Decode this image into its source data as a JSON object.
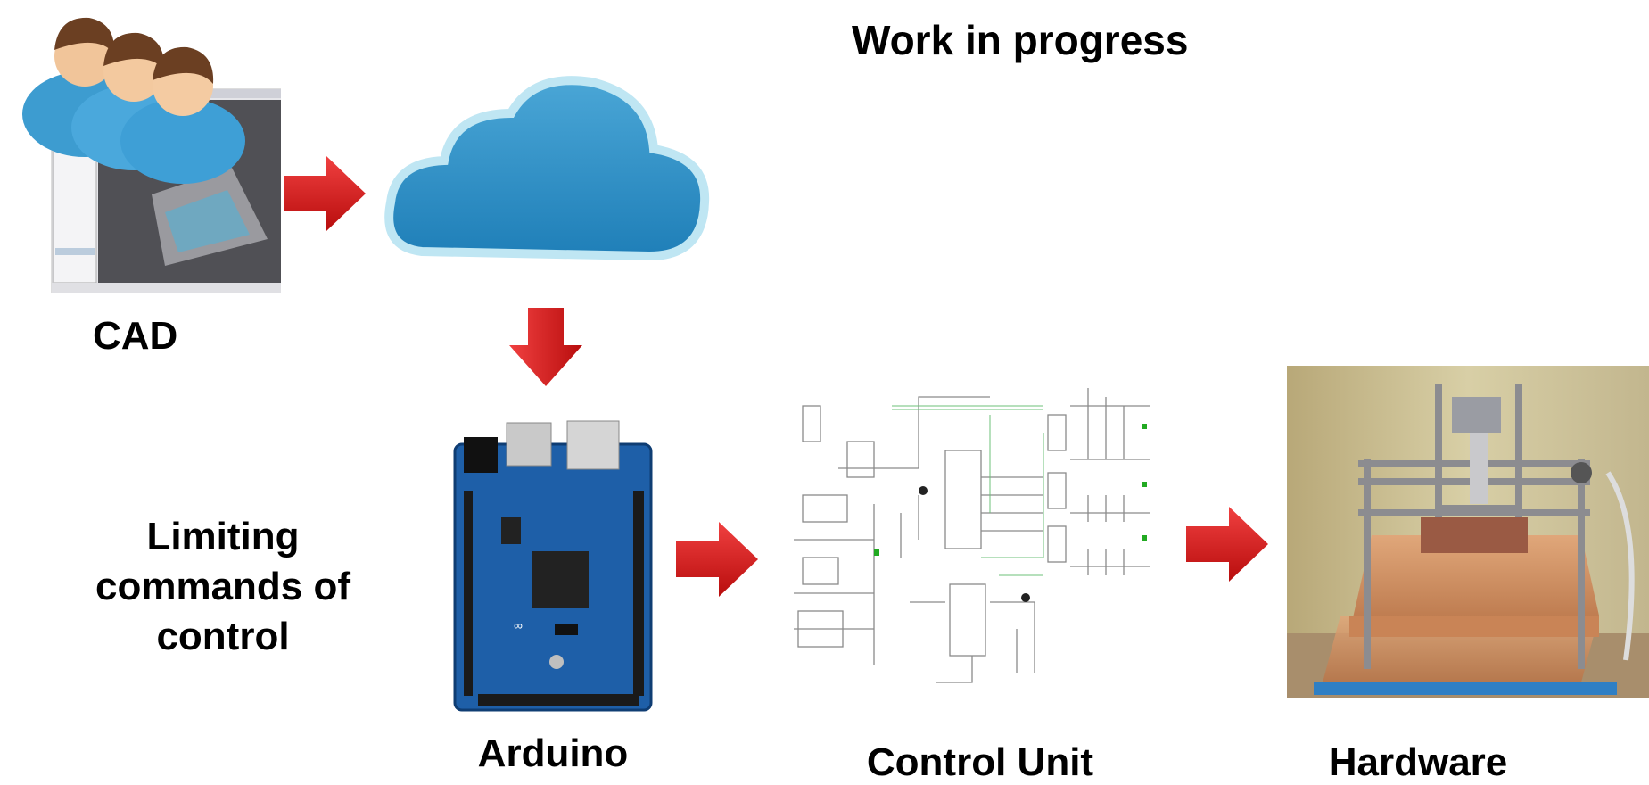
{
  "title": "Work in progress",
  "labels": {
    "cad": "CAD",
    "limiting": [
      "Limiting",
      "commands of",
      "control"
    ],
    "arduino": "Arduino",
    "control_unit": "Control Unit",
    "hardware": "Hardware"
  },
  "colors": {
    "arrow_red": "#d81e1e",
    "cloud_blue": "#2e8fc4",
    "board_blue": "#1e5fa8",
    "text": "#000000"
  },
  "icons": {
    "users": "users-icon",
    "cloud": "cloud-icon",
    "arrow": "arrow-icon",
    "board": "arduino-board-image",
    "schematic": "circuit-schematic-image",
    "machine": "cnc-machine-photo"
  }
}
